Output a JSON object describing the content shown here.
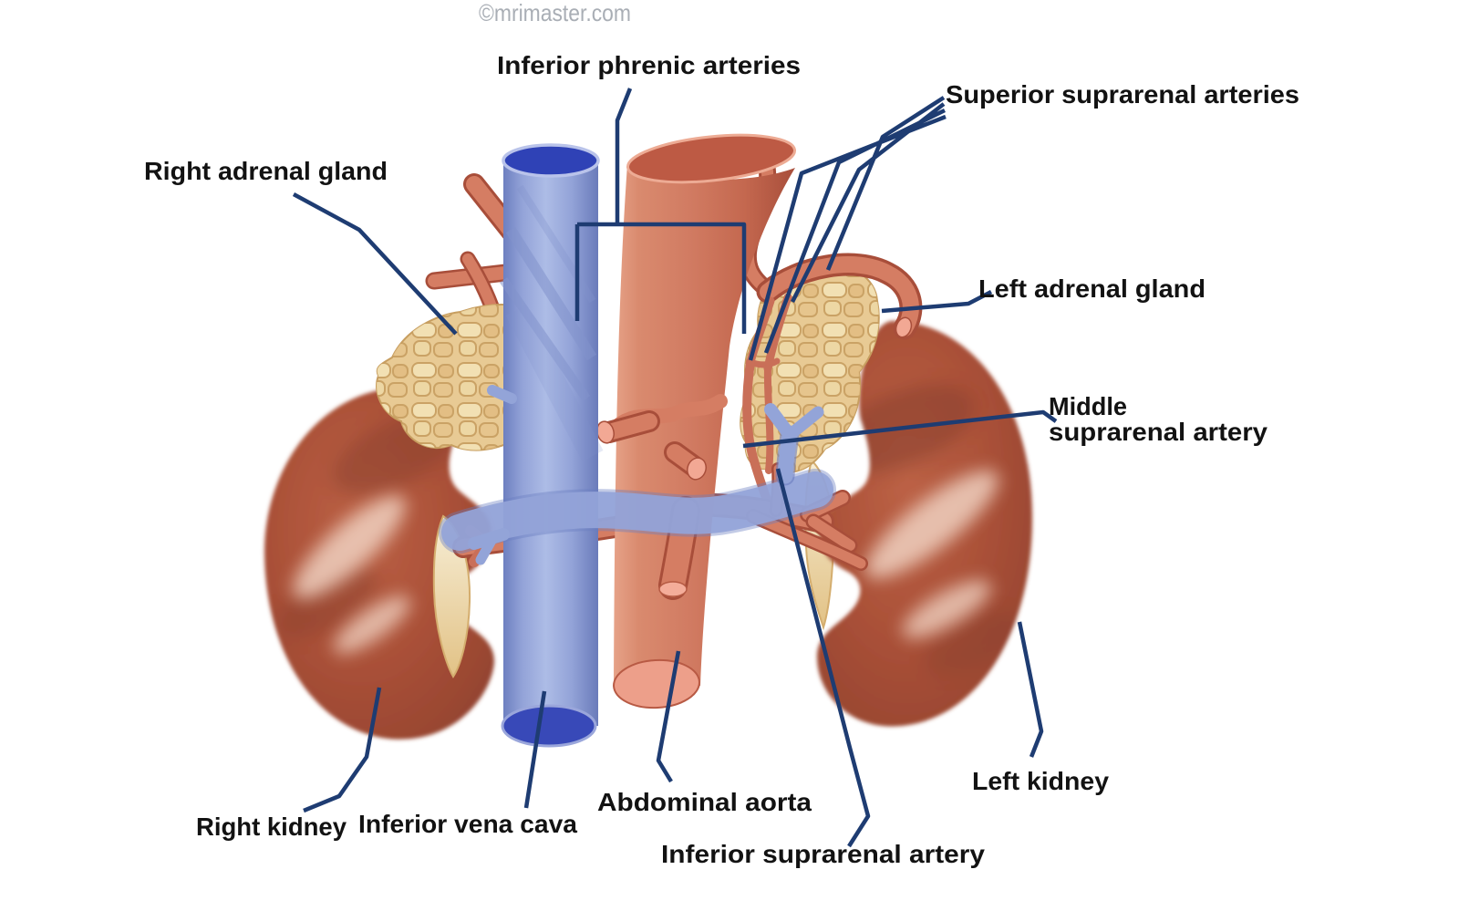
{
  "watermark": "©mrimaster.com",
  "labels": {
    "inferior_phrenic_arteries": "Inferior phrenic arteries",
    "superior_suprarenal_arteries": "Superior suprarenal arteries",
    "right_adrenal_gland": "Right adrenal gland",
    "left_adrenal_gland": "Left adrenal gland",
    "middle_suprarenal_artery": {
      "line1": "Middle",
      "line2": "suprarenal artery"
    },
    "left_kidney": "Left kidney",
    "right_kidney": "Right kidney",
    "inferior_vena_cava": "Inferior vena cava",
    "abdominal_aorta": "Abdominal aorta",
    "inferior_suprarenal_artery": "Inferior suprarenal artery"
  },
  "colors": {
    "background": "#ffffff",
    "label_text": "#121212",
    "leader_line": "#1e3c72",
    "watermark_text": "#a9aeb5",
    "kidney": "#a9523a",
    "kidney_highlight": "#efd0c0",
    "adrenal_gland": "#e8ca94",
    "adrenal_stone_edge": "#c79e60",
    "vein_blue": "#93a4d8",
    "vein_blue_dark": "#3245b5",
    "artery_red": "#d07a60",
    "artery_red_dark": "#a84e3a",
    "artery_cut_end": "#f2a894",
    "ureter": "#eed7a9"
  }
}
